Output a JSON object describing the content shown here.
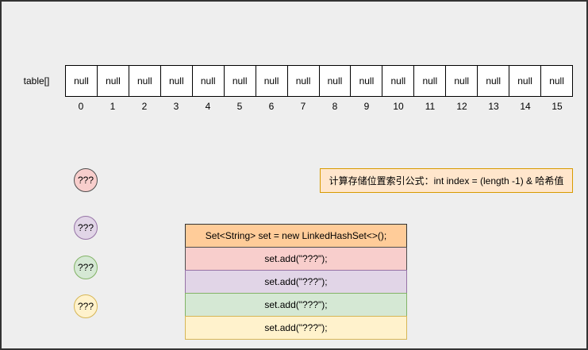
{
  "canvas": {
    "background": "#eeeeee",
    "frame_color": "#333333"
  },
  "hash_table": {
    "label": "table[]",
    "cell_fill": "#ffffff",
    "cell_stroke": "#000000",
    "cells": [
      "null",
      "null",
      "null",
      "null",
      "null",
      "null",
      "null",
      "null",
      "null",
      "null",
      "null",
      "null",
      "null",
      "null",
      "null",
      "null"
    ],
    "indices": [
      "0",
      "1",
      "2",
      "3",
      "4",
      "5",
      "6",
      "7",
      "8",
      "9",
      "10",
      "11",
      "12",
      "13",
      "14",
      "15"
    ]
  },
  "set_elements": [
    {
      "label": "???",
      "fill": "#f8cecc",
      "stroke": "#4d4d4d"
    },
    {
      "label": "???",
      "fill": "#e1d5e7",
      "stroke": "#9673a6"
    },
    {
      "label": "???",
      "fill": "#d5e8d4",
      "stroke": "#82b366"
    },
    {
      "label": "???",
      "fill": "#fff2cc",
      "stroke": "#d6b656"
    }
  ],
  "formula_box": {
    "text": "计算存储位置索引公式：int index = (length -1) & 哈希值",
    "fill": "#ffe6cc",
    "stroke": "#d79b00"
  },
  "code_table": {
    "rows": [
      {
        "text": "Set<String> set = new LinkedHashSet<>();",
        "fill": "#ffcc99",
        "stroke": "#333333"
      },
      {
        "text": "set.add(\"???\");",
        "fill": "#f8cecc",
        "stroke": "#4d4d4d"
      },
      {
        "text": "set.add(\"???\");",
        "fill": "#e1d5e7",
        "stroke": "#9673a6"
      },
      {
        "text": "set.add(\"???\");",
        "fill": "#d5e8d4",
        "stroke": "#82b366"
      },
      {
        "text": "set.add(\"???\");",
        "fill": "#fff2cc",
        "stroke": "#d6b656"
      }
    ]
  }
}
